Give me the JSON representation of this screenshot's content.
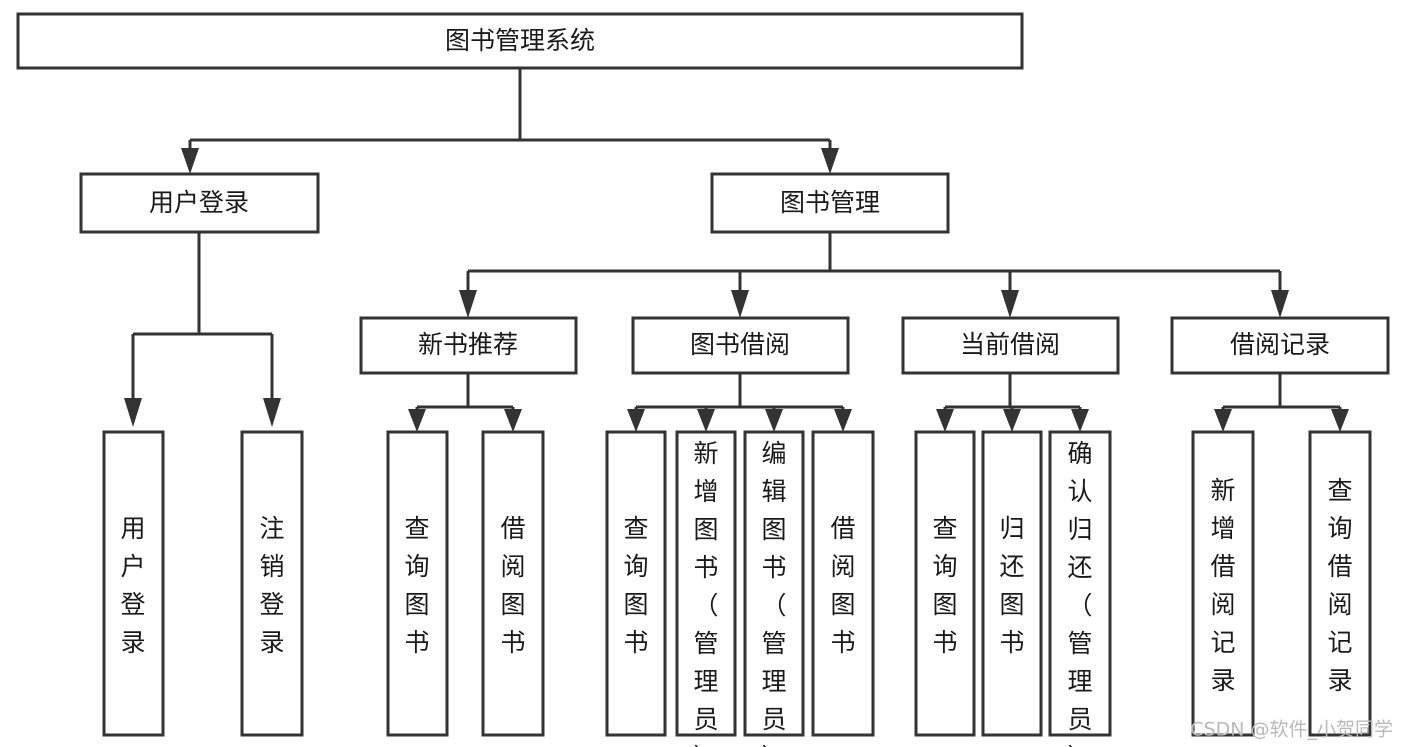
{
  "diagram": {
    "type": "tree",
    "orientation": "top-down",
    "title": "图书管理系统",
    "colors": {
      "box_fill": "#ffffff",
      "box_stroke": "#333333",
      "text": "#1a1a1a",
      "watermark": "#b9b9b9",
      "background": "#ffffff"
    },
    "nodes": {
      "root": {
        "label": "图书管理系统",
        "level": 0,
        "orientation": "horizontal"
      },
      "l1": [
        {
          "label": "用户登录",
          "level": 1,
          "orientation": "horizontal"
        },
        {
          "label": "图书管理",
          "level": 1,
          "orientation": "horizontal"
        }
      ],
      "l2": [
        {
          "label": "新书推荐",
          "level": 2,
          "orientation": "horizontal",
          "parent": "图书管理"
        },
        {
          "label": "图书借阅",
          "level": 2,
          "orientation": "horizontal",
          "parent": "图书管理"
        },
        {
          "label": "当前借阅",
          "level": 2,
          "orientation": "horizontal",
          "parent": "图书管理"
        },
        {
          "label": "借阅记录",
          "level": 2,
          "orientation": "horizontal",
          "parent": "图书管理"
        }
      ],
      "leaves": [
        {
          "label": "用户登录",
          "parent": "用户登录",
          "orientation": "vertical"
        },
        {
          "label": "注销登录",
          "parent": "用户登录",
          "orientation": "vertical"
        },
        {
          "label": "查询图书",
          "parent": "新书推荐",
          "orientation": "vertical"
        },
        {
          "label": "借阅图书",
          "parent": "新书推荐",
          "orientation": "vertical"
        },
        {
          "label": "查询图书",
          "parent": "图书借阅",
          "orientation": "vertical"
        },
        {
          "label": "新增图书（管理员）",
          "parent": "图书借阅",
          "orientation": "vertical"
        },
        {
          "label": "编辑图书（管理员）",
          "parent": "图书借阅",
          "orientation": "vertical"
        },
        {
          "label": "借阅图书",
          "parent": "图书借阅",
          "orientation": "vertical"
        },
        {
          "label": "查询图书",
          "parent": "当前借阅",
          "orientation": "vertical"
        },
        {
          "label": "归还图书",
          "parent": "当前借阅",
          "orientation": "vertical"
        },
        {
          "label": "确认归还（管理员）",
          "parent": "当前借阅",
          "orientation": "vertical"
        },
        {
          "label": "新增借阅记录",
          "parent": "借阅记录",
          "orientation": "vertical"
        },
        {
          "label": "查询借阅记录",
          "parent": "借阅记录",
          "orientation": "vertical"
        }
      ]
    },
    "watermark": "CSDN @软件_小贺同学"
  }
}
